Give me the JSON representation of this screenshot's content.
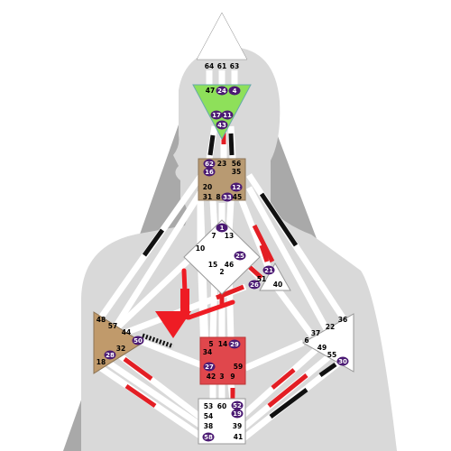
{
  "colors": {
    "bg_outer": "#ffffff",
    "silhouette_dark": "#a9a9a9",
    "silhouette_light": "#d9d9d9",
    "centre_white": "#ffffff",
    "ajna_green": "#8ee05a",
    "g_sacral_red": "#e0474c",
    "spleen_brown": "#c09a6b",
    "throat_tan": "#b89a72",
    "activation_purple": "#4b1a73",
    "channel_red": "#e31e24",
    "channel_black": "#111111",
    "arrow_red": "#ee1c24"
  },
  "centers": [
    {
      "id": "head",
      "shape": "triangle-up",
      "color": "centre_white",
      "gates": [
        {
          "number": "64",
          "active": false
        },
        {
          "number": "61",
          "active": false
        },
        {
          "number": "63",
          "active": false
        }
      ]
    },
    {
      "id": "ajna",
      "shape": "triangle-down",
      "color": "ajna_green",
      "gates": [
        {
          "number": "47",
          "active": false
        },
        {
          "number": "24",
          "active": true
        },
        {
          "number": "4",
          "active": true
        },
        {
          "number": "17",
          "active": true
        },
        {
          "number": "11",
          "active": true
        },
        {
          "number": "43",
          "active": true
        }
      ]
    },
    {
      "id": "throat",
      "shape": "square",
      "color": "throat_tan",
      "gates": [
        {
          "number": "62",
          "active": true
        },
        {
          "number": "23",
          "active": false
        },
        {
          "number": "56",
          "active": false
        },
        {
          "number": "16",
          "active": true
        },
        {
          "number": "35",
          "active": false
        },
        {
          "number": "20",
          "active": false
        },
        {
          "number": "12",
          "active": true
        },
        {
          "number": "31",
          "active": false
        },
        {
          "number": "8",
          "active": false
        },
        {
          "number": "33",
          "active": true
        },
        {
          "number": "45",
          "active": false
        }
      ]
    },
    {
      "id": "g",
      "shape": "diamond",
      "color": "centre_white",
      "gates": [
        {
          "number": "1",
          "active": true
        },
        {
          "number": "7",
          "active": false
        },
        {
          "number": "13",
          "active": false
        },
        {
          "number": "10",
          "active": false
        },
        {
          "number": "25",
          "active": true
        },
        {
          "number": "15",
          "active": false
        },
        {
          "number": "46",
          "active": false
        },
        {
          "number": "2",
          "active": false
        }
      ]
    },
    {
      "id": "heart",
      "shape": "triangle",
      "color": "centre_white",
      "gates": [
        {
          "number": "21",
          "active": true
        },
        {
          "number": "51",
          "active": false
        },
        {
          "number": "26",
          "active": true
        },
        {
          "number": "40",
          "active": false
        }
      ]
    },
    {
      "id": "spleen",
      "shape": "triangle",
      "color": "spleen_brown",
      "gates": [
        {
          "number": "48",
          "active": false
        },
        {
          "number": "57",
          "active": false
        },
        {
          "number": "44",
          "active": false
        },
        {
          "number": "50",
          "active": true
        },
        {
          "number": "32",
          "active": false
        },
        {
          "number": "28",
          "active": true
        },
        {
          "number": "18",
          "active": false
        }
      ]
    },
    {
      "id": "solar-plexus",
      "shape": "triangle",
      "color": "centre_white",
      "gates": [
        {
          "number": "36",
          "active": false
        },
        {
          "number": "22",
          "active": false
        },
        {
          "number": "37",
          "active": false
        },
        {
          "number": "6",
          "active": false
        },
        {
          "number": "49",
          "active": false
        },
        {
          "number": "55",
          "active": false
        },
        {
          "number": "30",
          "active": true
        }
      ]
    },
    {
      "id": "sacral",
      "shape": "square",
      "color": "g_sacral_red",
      "gates": [
        {
          "number": "5",
          "active": false
        },
        {
          "number": "14",
          "active": false
        },
        {
          "number": "29",
          "active": true
        },
        {
          "number": "34",
          "active": false
        },
        {
          "number": "27",
          "active": true
        },
        {
          "number": "59",
          "active": false
        },
        {
          "number": "42",
          "active": false
        },
        {
          "number": "3",
          "active": false
        },
        {
          "number": "9",
          "active": false
        }
      ]
    },
    {
      "id": "root",
      "shape": "square",
      "color": "centre_white",
      "gates": [
        {
          "number": "53",
          "active": false
        },
        {
          "number": "60",
          "active": false
        },
        {
          "number": "52",
          "active": true
        },
        {
          "number": "19",
          "active": true
        },
        {
          "number": "54",
          "active": false
        },
        {
          "number": "38",
          "active": false
        },
        {
          "number": "39",
          "active": false
        },
        {
          "number": "58",
          "active": true
        },
        {
          "number": "41",
          "active": false
        }
      ]
    }
  ],
  "channels": [
    {
      "gates": "64-47",
      "state": "none"
    },
    {
      "gates": "61-24",
      "state": "none"
    },
    {
      "gates": "63-4",
      "state": "none"
    },
    {
      "gates": "17-62",
      "state": "black"
    },
    {
      "gates": "43-23",
      "state": "red"
    },
    {
      "gates": "11-56",
      "state": "black"
    },
    {
      "gates": "16-48",
      "state": "black"
    },
    {
      "gates": "20-34",
      "state": "none"
    },
    {
      "gates": "20-57",
      "state": "none"
    },
    {
      "gates": "20-10",
      "state": "none"
    },
    {
      "gates": "35-36",
      "state": "black"
    },
    {
      "gates": "12-22",
      "state": "red"
    },
    {
      "gates": "1-8",
      "state": "none"
    },
    {
      "gates": "7-31",
      "state": "none"
    },
    {
      "gates": "13-33",
      "state": "none"
    },
    {
      "gates": "45-21",
      "state": "red"
    },
    {
      "gates": "10-57",
      "state": "none"
    },
    {
      "gates": "10-34",
      "state": "none"
    },
    {
      "gates": "25-51",
      "state": "red"
    },
    {
      "gates": "15-5",
      "state": "none"
    },
    {
      "gates": "46-29",
      "state": "none"
    },
    {
      "gates": "2-14",
      "state": "red"
    },
    {
      "gates": "26-44",
      "state": "red"
    },
    {
      "gates": "40-37",
      "state": "none"
    },
    {
      "gates": "50-27",
      "state": "black"
    },
    {
      "gates": "32-54",
      "state": "red"
    },
    {
      "gates": "28-38",
      "state": "none"
    },
    {
      "gates": "18-58",
      "state": "red"
    },
    {
      "gates": "59-6",
      "state": "none"
    },
    {
      "gates": "42-53",
      "state": "none"
    },
    {
      "gates": "3-60",
      "state": "none"
    },
    {
      "gates": "9-52",
      "state": "red"
    },
    {
      "gates": "19-49",
      "state": "red"
    },
    {
      "gates": "39-55",
      "state": "red"
    },
    {
      "gates": "41-30",
      "state": "black"
    }
  ]
}
